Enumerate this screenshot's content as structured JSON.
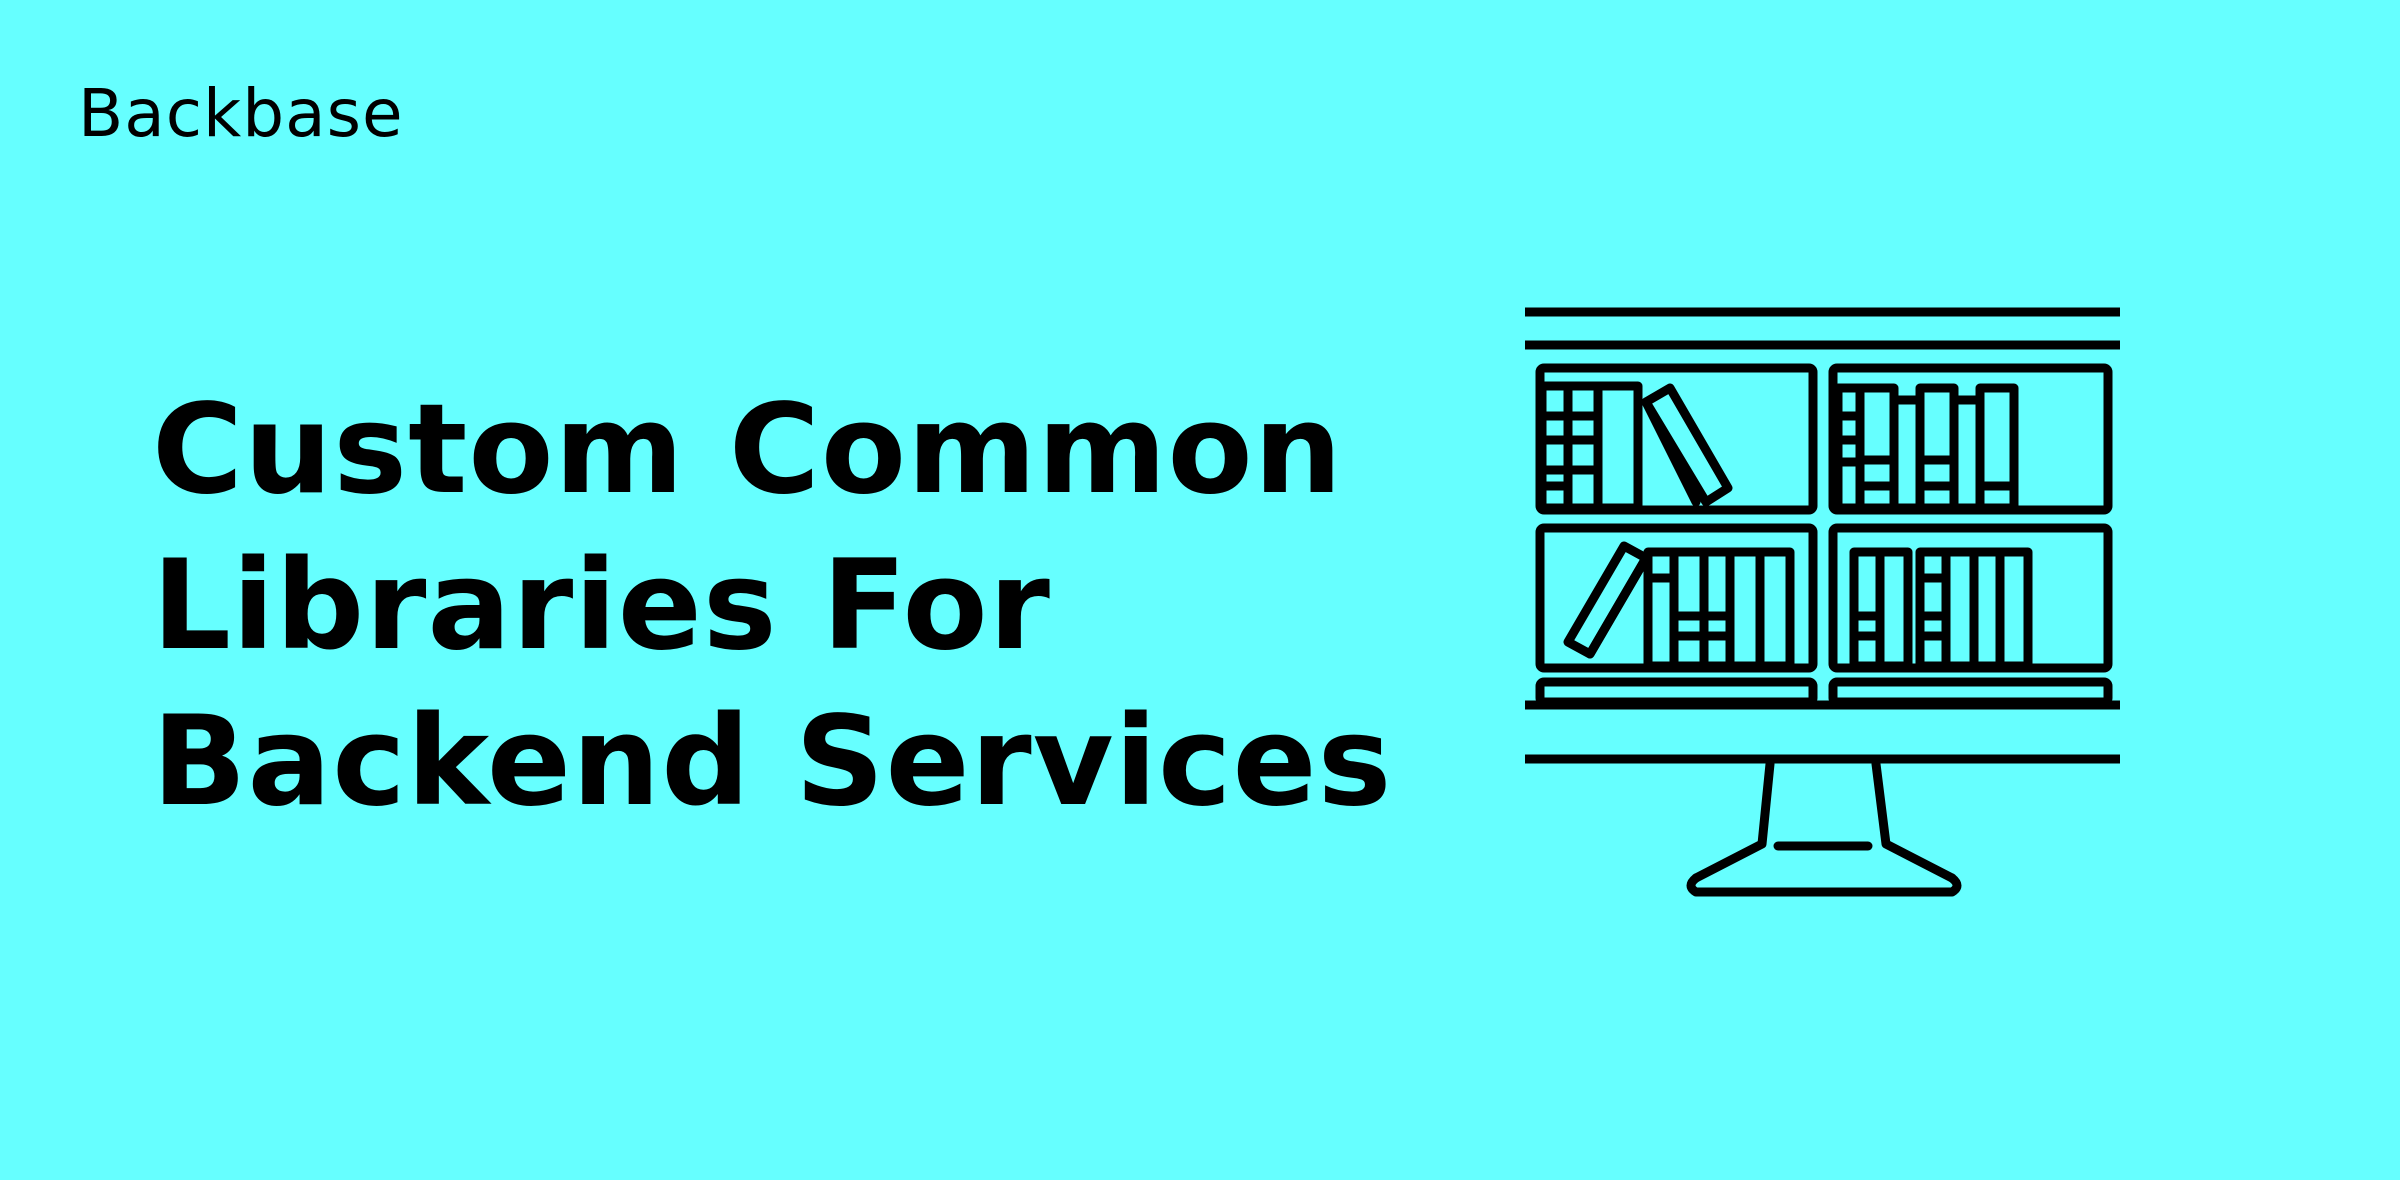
{
  "brand": {
    "name": "Backbase"
  },
  "headline": {
    "line1": "Custom Common",
    "line2": "Libraries For",
    "line3": "Backend Services"
  },
  "illustration": {
    "icon": "monitor-bookshelf-icon"
  },
  "colors": {
    "background": "#66FFFF",
    "ink": "#000000"
  }
}
